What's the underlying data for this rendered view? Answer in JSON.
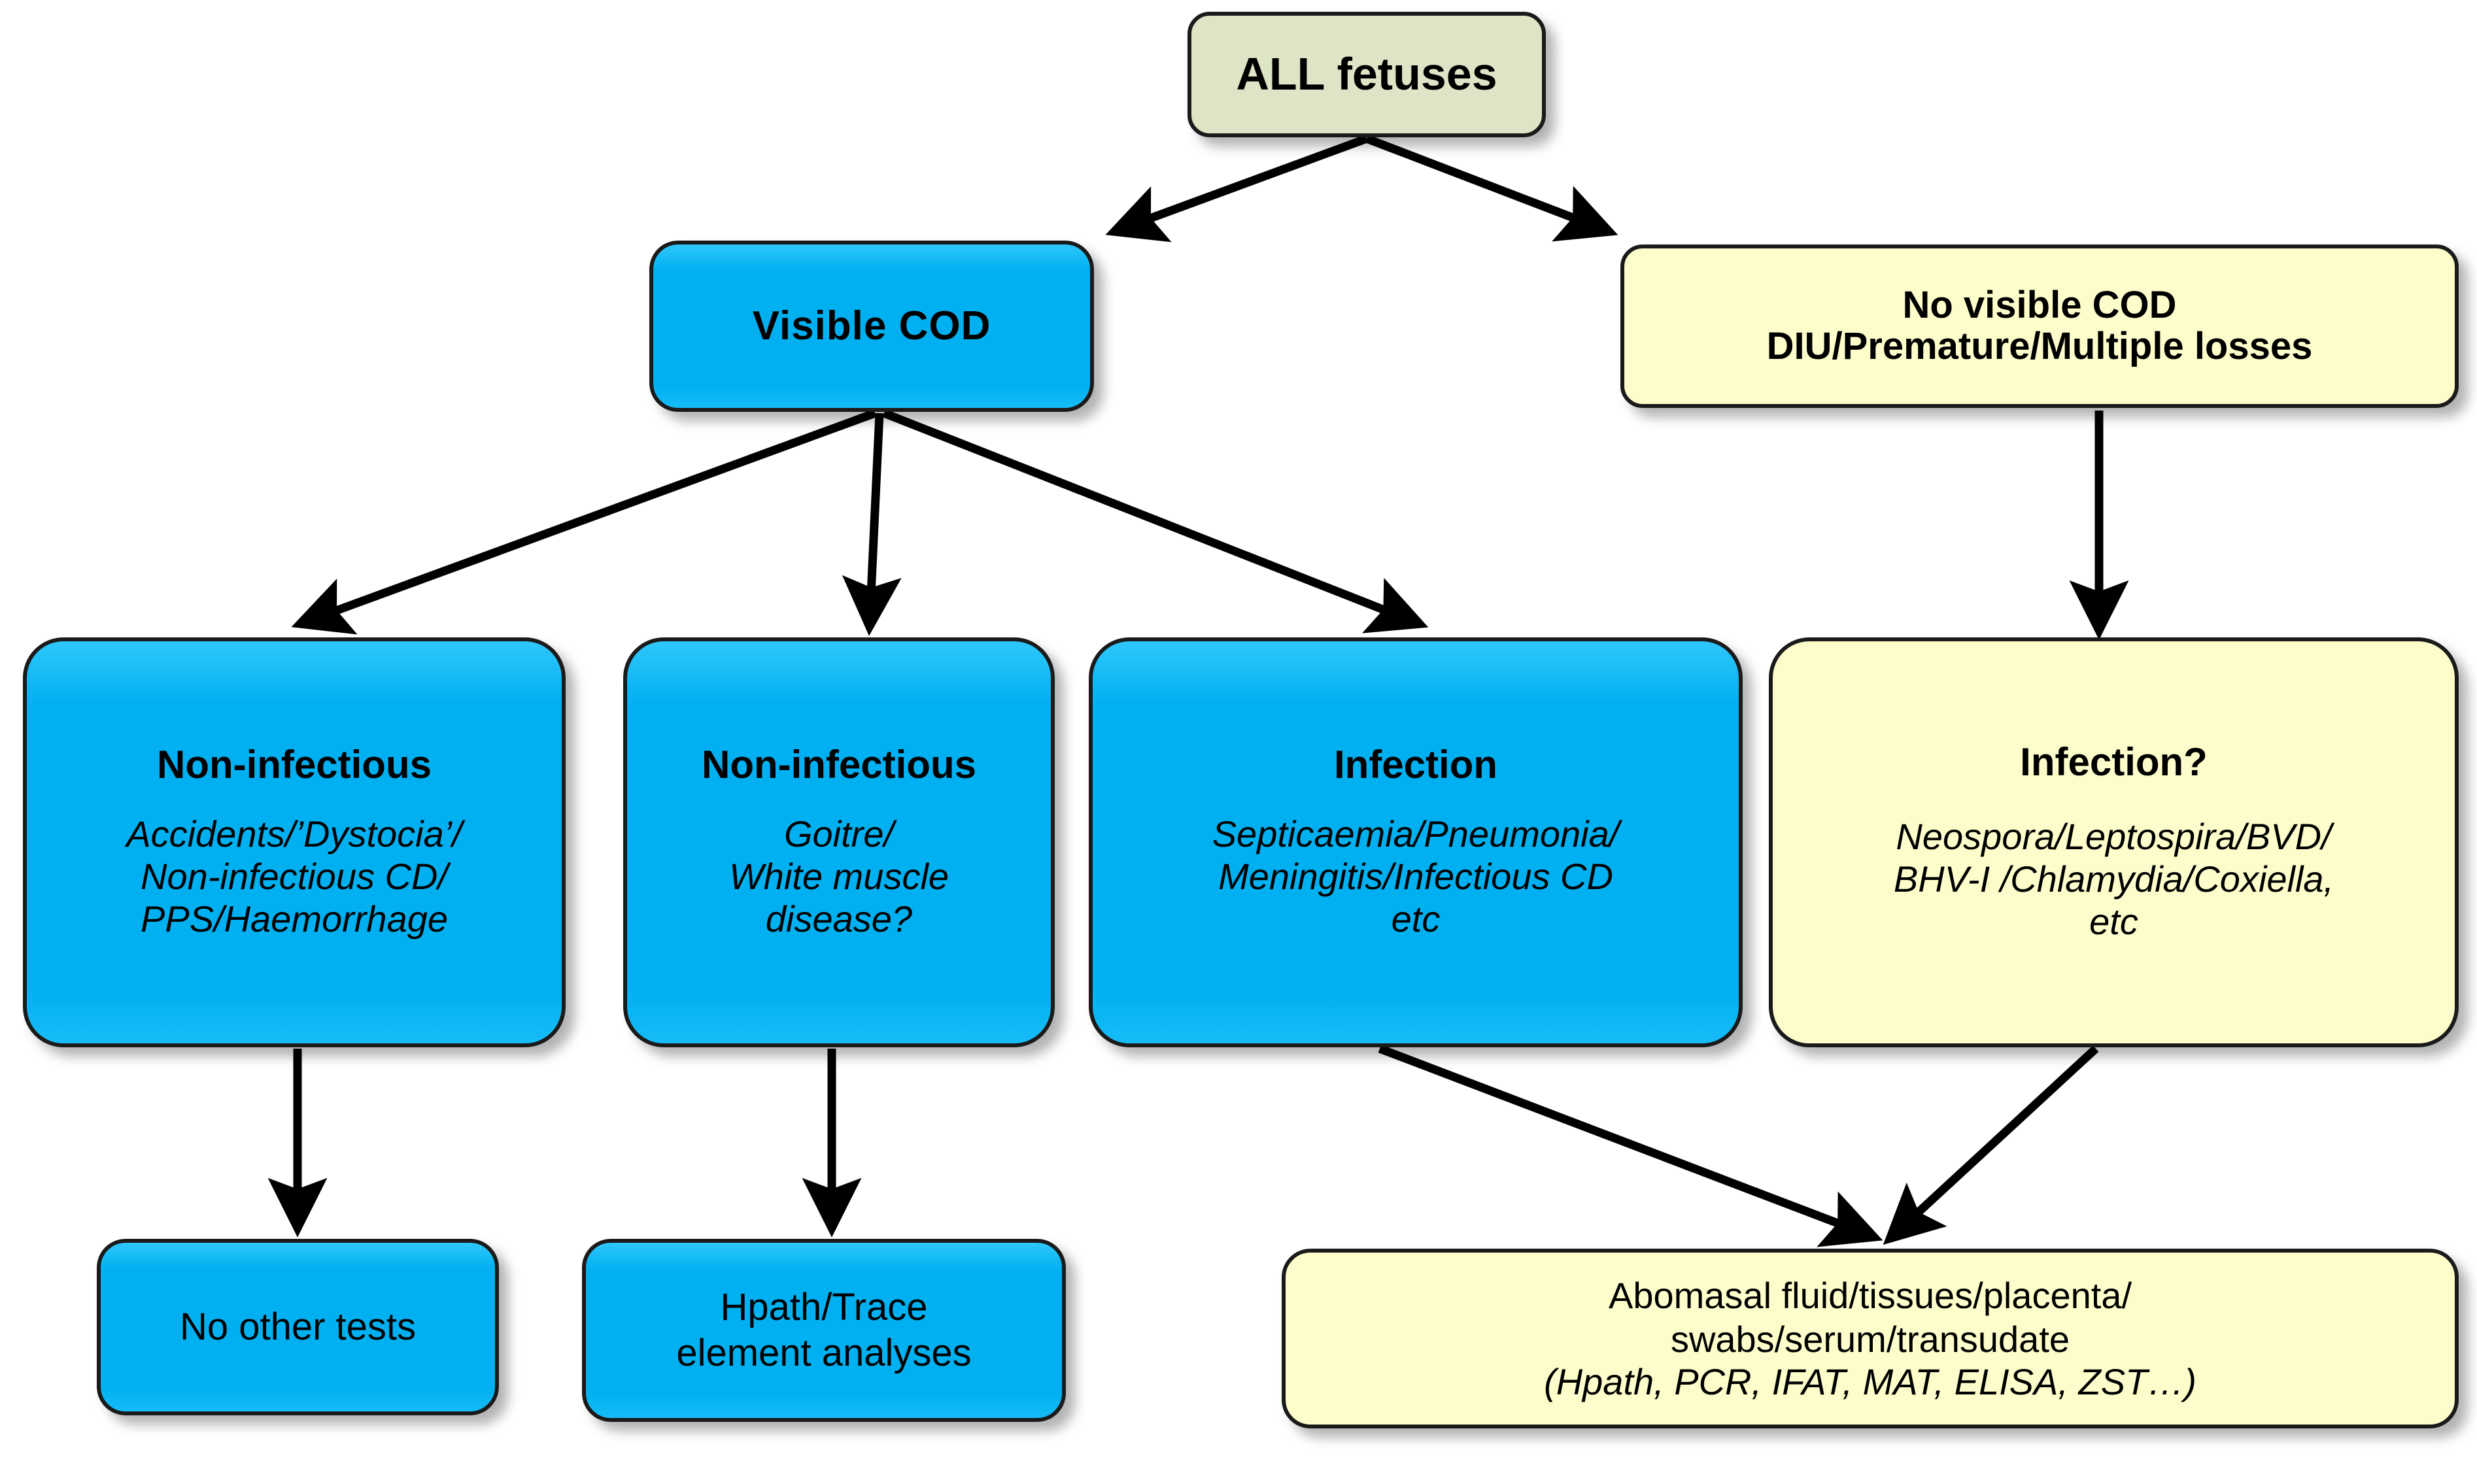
{
  "diagram": {
    "title": "Fetal loss investigation decision tree",
    "colors": {
      "cyan": "#00B0F0",
      "green": "#DDE5C6",
      "yellow": "#FDFDCB",
      "outline": "#1A1A1A",
      "arrow": "#000000"
    },
    "nodes": {
      "all_fetuses": {
        "title": "ALL fetuses"
      },
      "visible_cod": {
        "title": "Visible  COD"
      },
      "no_visible_cod": {
        "line1": "No visible COD",
        "line2": "DIU/Premature/Multiple  losses"
      },
      "non_infectious_a": {
        "title": "Non-infectious",
        "line1": "Accidents/’Dystocia’/",
        "line2": "Non-infectious CD/",
        "line3": "PPS/Haemorrhage"
      },
      "non_infectious_b": {
        "title": "Non-infectious",
        "line1": "Goitre/",
        "line2": "White muscle",
        "line3": "disease?"
      },
      "infection": {
        "title": "Infection",
        "line1": "Septicaemia/Pneumonia/",
        "line2": "Meningitis/Infectious CD",
        "line3": "etc"
      },
      "infection_q": {
        "title": "Infection?",
        "line1": "Neospora/Leptospira/BVD/",
        "line2": "BHV-I /Chlamydia/Coxiella,",
        "line3": "etc"
      },
      "no_other_tests": {
        "line1": "No other tests"
      },
      "hpath_trace": {
        "line1": "Hpath/Trace",
        "line2": "element analyses"
      },
      "abomasal": {
        "line1": "Abomasal fluid/tissues/placenta/",
        "line2": "swabs/serum/transudate",
        "line3": "(Hpath, PCR, IFAT, MAT, ELISA, ZST…)"
      }
    },
    "edges": [
      {
        "from": "all_fetuses",
        "to": "visible_cod"
      },
      {
        "from": "all_fetuses",
        "to": "no_visible_cod"
      },
      {
        "from": "visible_cod",
        "to": "non_infectious_a"
      },
      {
        "from": "visible_cod",
        "to": "non_infectious_b"
      },
      {
        "from": "visible_cod",
        "to": "infection"
      },
      {
        "from": "no_visible_cod",
        "to": "infection_q"
      },
      {
        "from": "non_infectious_a",
        "to": "no_other_tests"
      },
      {
        "from": "non_infectious_b",
        "to": "hpath_trace"
      },
      {
        "from": "infection",
        "to": "abomasal"
      },
      {
        "from": "infection_q",
        "to": "abomasal"
      }
    ]
  }
}
